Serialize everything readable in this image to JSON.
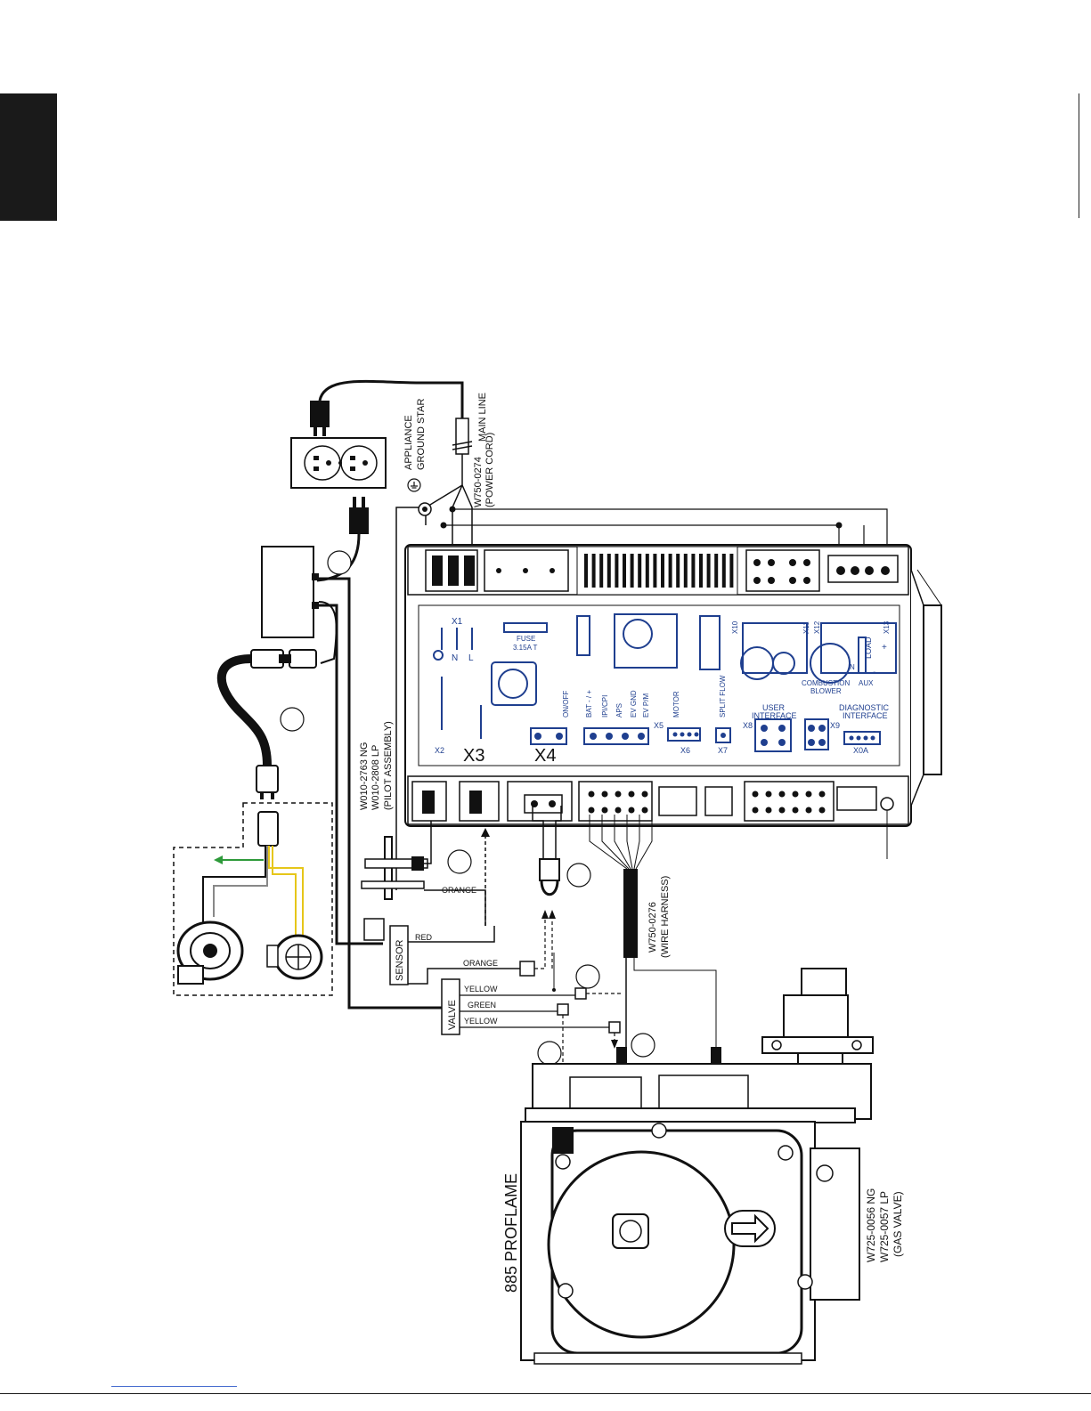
{
  "labels": {
    "main_line": "MAIN LINE",
    "appliance": "APPLIANCE",
    "ground_star": "GROUND STAR",
    "power_cord_part": "W750-0274",
    "power_cord": "(POWER CORD)",
    "pilot_ng": "W010-2763 NG",
    "pilot_lp": "W010-2808 LP",
    "pilot_assembly": "(PILOT ASSEMBLY)",
    "harness_part": "W750-0276",
    "harness": "(WIRE HARNESS)",
    "valve_ng": "W725-0056 NG",
    "valve_lp": "W725-0057 LP",
    "gas_valve": "(GAS VALVE)",
    "proflame": "885 PROFLAME",
    "sensor": "SENSOR",
    "valve": "VALVE"
  },
  "wire_labels": {
    "orange_pilot": "ORANGE",
    "red": "RED",
    "orange_sensor": "ORANGE",
    "yellow_1": "YELLOW",
    "green": "GREEN",
    "yellow_2": "YELLOW"
  },
  "board": {
    "x1": "X1",
    "n": "N",
    "l": "L",
    "fuse": "FUSE",
    "fuse_rating": "3.15A T",
    "x2": "X2",
    "x3": "X3",
    "x4": "X4",
    "on_off": "ON/OFF",
    "bat": "BAT - / +",
    "ipi_cpi": "IPI/CPI",
    "aps": "APS",
    "ev_gnd": "EV GND",
    "ev_pm": "EV P/M",
    "x5": "X5",
    "motor": "MOTOR",
    "x6": "X6",
    "split_flow": "SPLIT FLOW",
    "x7": "X7",
    "x8": "X8",
    "user_interface_1": "USER",
    "user_interface_2": "INTERFACE",
    "x9": "X9",
    "diagnostic_1": "DIAGNOSTIC",
    "diagnostic_2": "INTERFACE",
    "x0a": "X0A",
    "x10": "X10",
    "x11": "X11",
    "x12": "X12",
    "x13": "X13",
    "load": "LOAD",
    "n2": "N",
    "combustion": "COMBUSTION",
    "blower": "BLOWER",
    "aux": "AUX",
    "minus": "-",
    "plus": "+"
  },
  "colors": {
    "ink": "#111111",
    "board_blue": "#1f3f8f",
    "yellow_wire": "#e6c619",
    "green_wire": "#2e9a3a",
    "grey_wire": "#888888"
  }
}
